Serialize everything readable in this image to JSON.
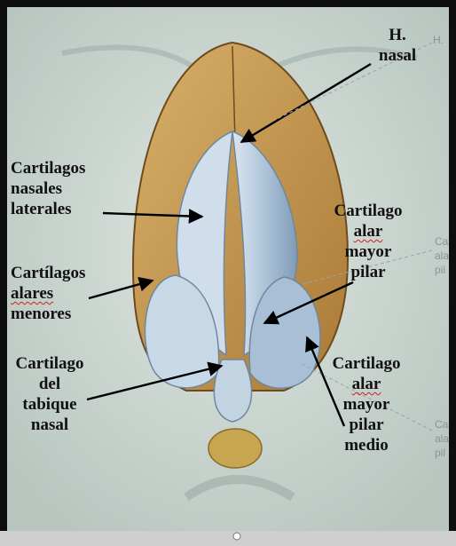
{
  "labels": {
    "h_nasal": [
      "H.",
      "nasal"
    ],
    "cart_nasales_laterales": [
      "Cartilagos",
      "nasales",
      "laterales"
    ],
    "cart_alar_mayor_pilar": [
      "Cartilago",
      "alar",
      "mayor",
      "pilar"
    ],
    "cart_alares_menores": [
      "Cartílagos",
      "alares",
      "menores"
    ],
    "cart_tabique": [
      "Cartilago",
      "del",
      "tabique",
      "nasal"
    ],
    "cart_alar_mayor_medio": [
      "Cartilago",
      "alar",
      "mayor",
      "pilar",
      "medio"
    ]
  },
  "faint_text": {
    "top_right": "H.",
    "mid_right": [
      "Ca",
      "ala",
      "pil"
    ],
    "low_right": [
      "Ca",
      "ala",
      "pil"
    ]
  },
  "colors": {
    "background": "#c9d4d0",
    "nasal_bone": "#c79f5a",
    "cartilage": "#b9cde0",
    "frame": "#000000",
    "arrow": "#000000"
  }
}
